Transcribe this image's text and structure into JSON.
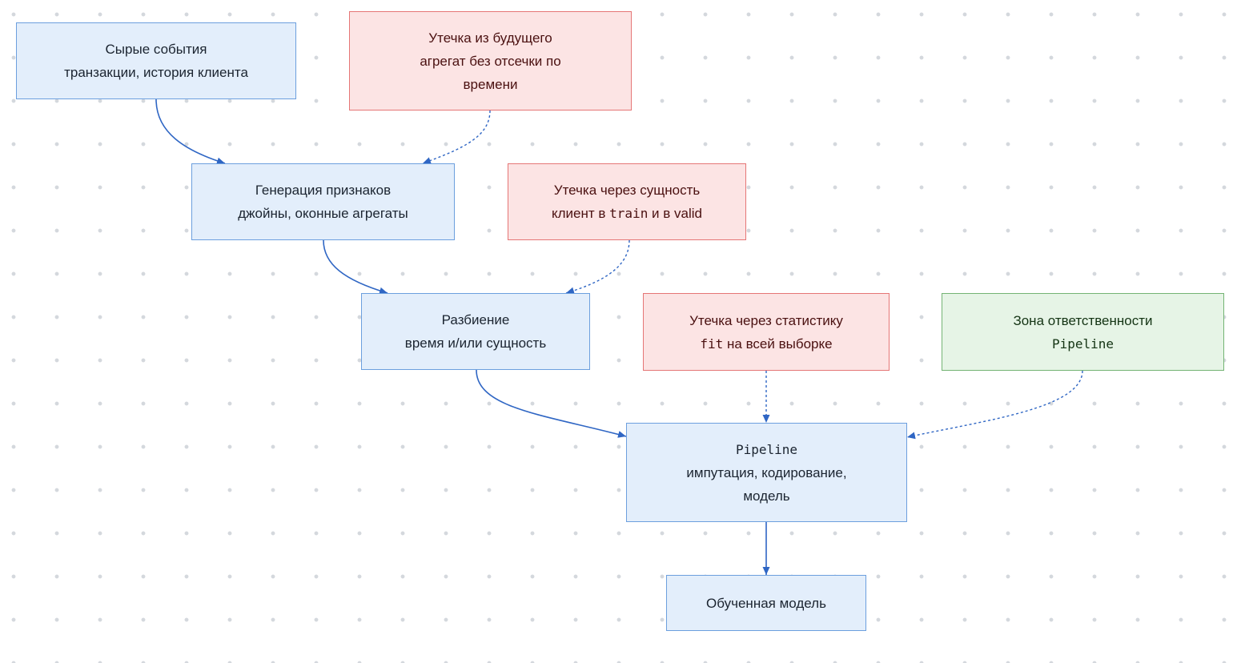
{
  "colors": {
    "edge": "#2f66c4",
    "blue_fill": "#e3eefb",
    "blue_border": "#6c9fde",
    "red_fill": "#fce4e4",
    "red_border": "#e57676",
    "green_fill": "#e6f4e6",
    "green_border": "#74b474"
  },
  "nodes": {
    "raw_events": {
      "line1": "Сырые события",
      "line2": "транзакции, история клиента"
    },
    "leak_future": {
      "line1": "Утечка из будущего",
      "line2": "агрегат без отсечки по",
      "line3": "времени"
    },
    "feature_gen": {
      "line1": "Генерация признаков",
      "line2": "джойны, оконные агрегаты"
    },
    "leak_entity": {
      "line1": "Утечка через сущность",
      "line2_a": "клиент в ",
      "line2_b": "train",
      "line2_c": " и в ",
      "line2_d": "valid"
    },
    "split": {
      "line1": "Разбиение",
      "line2": "время и/или сущность"
    },
    "leak_stats": {
      "line1": "Утечка через статистику",
      "line2_a": "fit",
      "line2_b": " на всей выборке"
    },
    "responsibility": {
      "line1": "Зона ответственности",
      "line2": "Pipeline"
    },
    "pipeline": {
      "line1": "Pipeline",
      "line2": "импутация, кодирование,",
      "line3": "модель"
    },
    "trained_model": {
      "line1": "Обученная модель"
    }
  }
}
